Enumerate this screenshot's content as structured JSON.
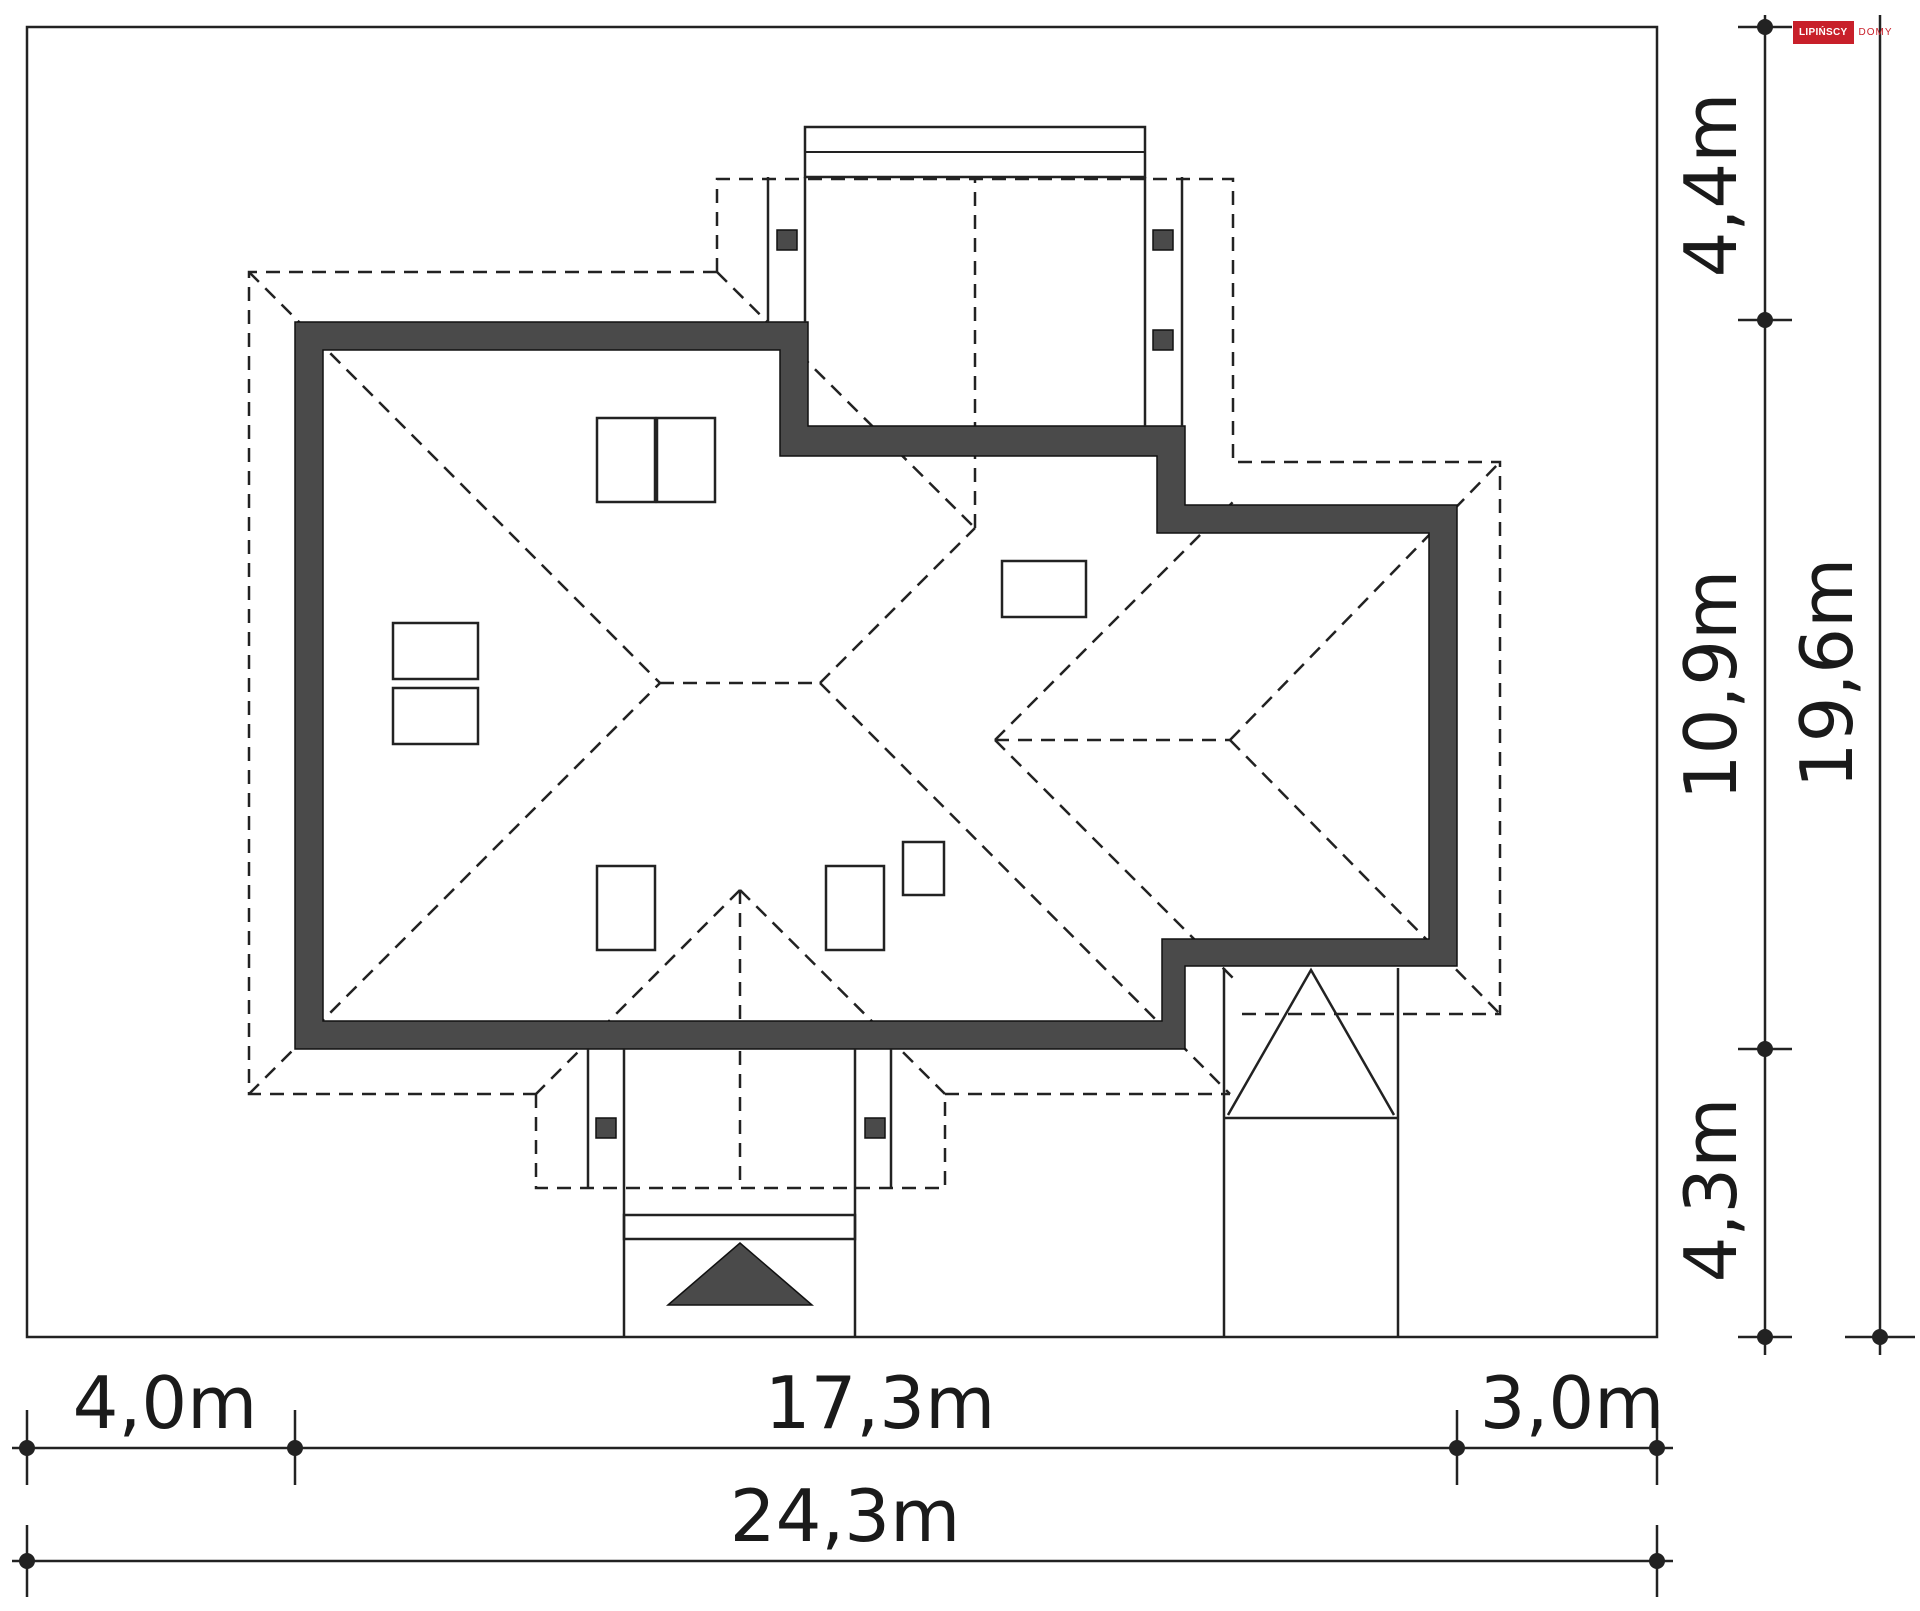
{
  "logo": {
    "brand": "LIPIŃSCY",
    "sub": "DOMY",
    "accent_color": "#c8202a"
  },
  "dimensions": {
    "left_setback": "4,0m",
    "building_width": "17,3m",
    "right_setback": "3,0m",
    "plot_width": "24,3m",
    "top_setback": "4,4m",
    "building_depth": "10,9m",
    "bottom_setback": "4,3m",
    "plot_depth": "19,6m"
  },
  "colors": {
    "wall": "#4a4a4a",
    "line": "#222222",
    "background": "#ffffff"
  }
}
